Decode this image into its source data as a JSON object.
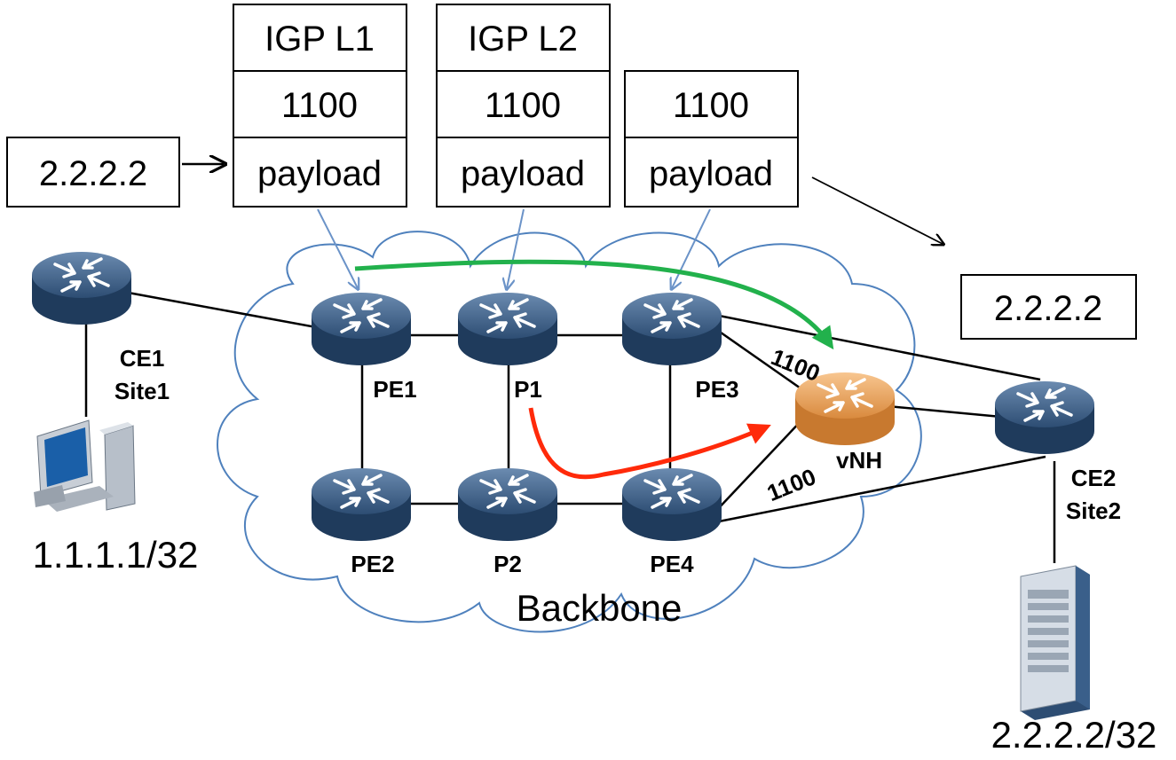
{
  "packets": {
    "source_dest": "2.2.2.2",
    "stack_pe1": {
      "igp": "IGP L1",
      "label": "1100",
      "payload": "payload"
    },
    "stack_p2": {
      "igp": "IGP L2",
      "label": "1100",
      "payload": "payload"
    },
    "stack_pe3": {
      "label": "1100",
      "payload": "payload"
    },
    "exit_dest": "2.2.2.2"
  },
  "nodes": {
    "ce1": {
      "name": "CE1",
      "site": "Site1"
    },
    "ce2": {
      "name": "CE2",
      "site": "Site2"
    },
    "pe1": "PE1",
    "p1": "P1",
    "pe3": "PE3",
    "pe2": "PE2",
    "p2": "P2",
    "pe4": "PE4",
    "vnh": "vNH"
  },
  "link_labels": {
    "pe3_vnh": "1100",
    "pe4_vnh": "1100"
  },
  "hosts": {
    "site1_prefix": "1.1.1.1/32",
    "site2_prefix": "2.2.2.2/32"
  },
  "cloud_label": "Backbone",
  "colors": {
    "router_blue": "#1f3b5c",
    "router_orange": "#e39a50",
    "green_path": "#22b14c",
    "red_path": "#ff2a0a",
    "pointer_blue": "#6b93c8"
  }
}
